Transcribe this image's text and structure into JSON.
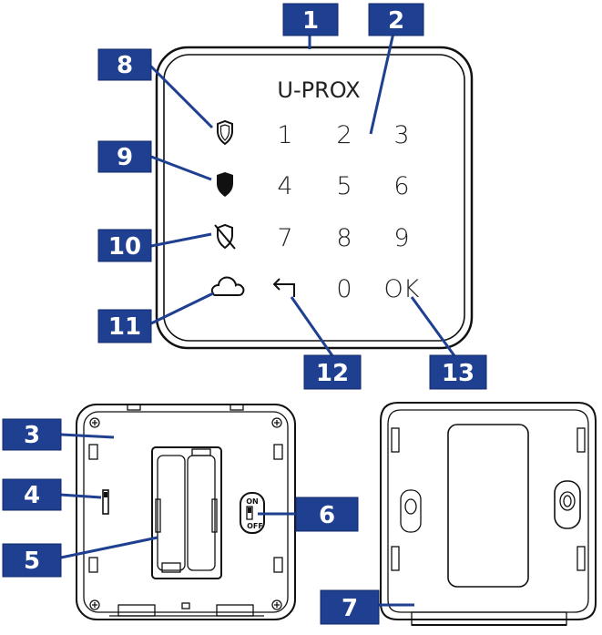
{
  "keypad": {
    "brand": "U-PROX",
    "keys": [
      "1",
      "2",
      "3",
      "4",
      "5",
      "6",
      "7",
      "8",
      "9",
      "0",
      "OK"
    ],
    "icons": [
      "shield-outline",
      "shield-filled",
      "shield-crossed",
      "cloud",
      "return-arrow"
    ]
  },
  "switch": {
    "on_label": "ON",
    "off_label": "OFF"
  },
  "callouts": [
    "1",
    "2",
    "3",
    "4",
    "5",
    "6",
    "7",
    "8",
    "9",
    "10",
    "11",
    "12",
    "13"
  ],
  "colors": {
    "callout": "#1f3f91",
    "outline": "#111111"
  }
}
